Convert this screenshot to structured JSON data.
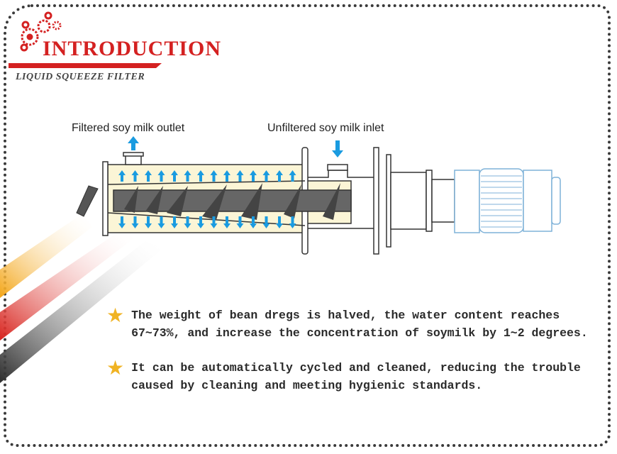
{
  "header": {
    "title": "INTRODUCTION",
    "subtitle": "LIQUID SQUEEZE FILTER"
  },
  "diagram": {
    "outlet_label": "Filtered soy milk outlet",
    "inlet_label": "Unfiltered soy milk inlet"
  },
  "bullets": [
    {
      "icon": "star-icon",
      "text": "The weight of bean dregs is halved, the water content reaches\n67~73%, and increase the concentration of soymilk by 1~2 degrees."
    },
    {
      "icon": "star-icon",
      "text": "It can be automatically cycled and cleaned, reducing the trouble\ncaused by cleaning and meeting hygienic standards."
    }
  ],
  "colors": {
    "accent": "#d42121",
    "arrow": "#1a9be0",
    "star": "#f0b323",
    "cylinder_fill": "#fbf5d6"
  }
}
